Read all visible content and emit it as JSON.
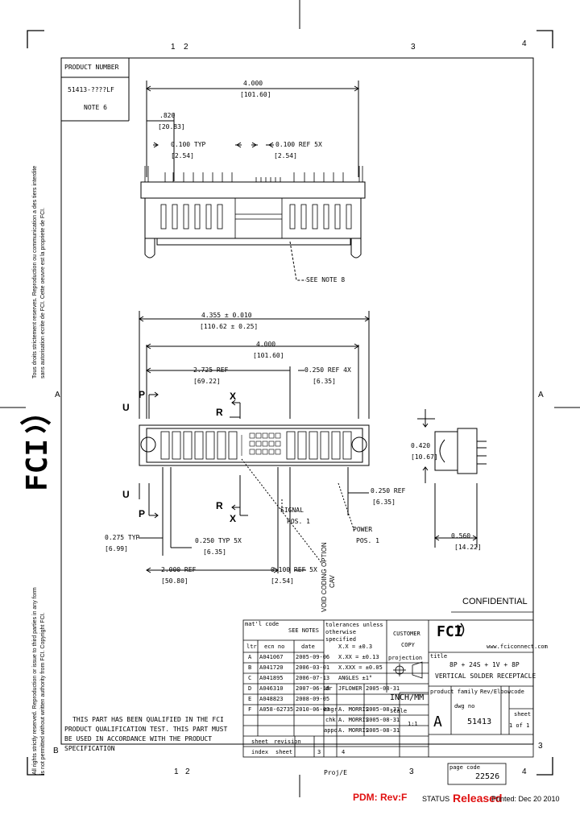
{
  "zones": {
    "top": [
      "1",
      "2",
      "3",
      "4"
    ],
    "bottom": [
      "1",
      "2",
      "3",
      "4"
    ],
    "side_left": "A",
    "side_right": "A",
    "side_left_b": "B",
    "side_right_3": "3"
  },
  "product_box": {
    "header": "PRODUCT NUMBER",
    "number": "51413-????LF",
    "note": "NOTE 6"
  },
  "side_text": {
    "left_top": "Tous droits strictement reserves. Reproduction ou communication a des tiers interdite",
    "left_top2": "sans autorisation ecrite de FCI. Cette oeuvre est la propriete de FCI.",
    "left_bottom": "All rights strictly reserved. Reproduction or issue to third parties in any form",
    "left_bottom2": "is not permitted without written authority from FCI. Copyright FCI.",
    "logo": "FCI"
  },
  "top_view": {
    "dim_overall": "4.000",
    "dim_overall_mm": "[101.60]",
    "dim_left": ".820",
    "dim_left_mm": "[20.83]",
    "dim_pitch": "0.100 TYP",
    "dim_pitch_mm": "[2.54]",
    "dim_ref": "0.100 REF 5X",
    "dim_ref_mm": "[2.54]",
    "see_note": "SEE NOTE 8"
  },
  "plan_view": {
    "dim_a": "4.355 ± 0.010",
    "dim_a_mm": "[110.62 ± 0.25]",
    "dim_b": "4.000",
    "dim_b_mm": "[101.60]",
    "dim_c": "2.725 REF",
    "dim_c_mm": "[69.22]",
    "dim_d": "0.250 REF 4X",
    "dim_d_mm": "[6.35]",
    "dim_e": "0.275 TYP",
    "dim_e_mm": "[6.99]",
    "dim_f": "0.250 TYP 5X",
    "dim_f_mm": "[6.35]",
    "dim_g": "2.000 REF",
    "dim_g_mm": "[50.80]",
    "dim_h": "0.100 REF 5X",
    "dim_h_mm": "[2.54]",
    "dim_i": "0.250 REF",
    "dim_i_mm": "[6.35]",
    "signal": "SIGNAL",
    "signal_pos": "POS. 1",
    "power": "POWER",
    "power_pos": "POS. 1",
    "void": "VOID CODING OPTION",
    "void2": "CAV",
    "labels": [
      "U",
      "P",
      "X",
      "R",
      "U",
      "P",
      "R",
      "X"
    ]
  },
  "side_view": {
    "dim_h": "0.420",
    "dim_h_mm": "[10.67]",
    "dim_w": "0.560",
    "dim_w_mm": "[14.22]"
  },
  "notes_text": [
    "THIS PART HAS BEEN QUALIFIED IN THE FCI",
    "PRODUCT QUALIFICATION TEST. THIS PART MUST",
    "BE USED IN ACCORDANCE WITH THE PRODUCT",
    "SPECIFICATION"
  ],
  "title_block": {
    "confidential": "CONFIDENTIAL",
    "website": "www.fciconnect.com",
    "title_label": "title",
    "title_line1": "8P + 24S + 1V + 8P",
    "title_line2": "VERTICAL SOLDER RECEPTACLE",
    "tolerance_label": "tolerances unless otherwise specified",
    "customer": "CUSTOMER",
    "copy": "COPY",
    "see_notes": "SEE NOTES",
    "mat_code": "mat'l code",
    "projection": "projection",
    "product_family": "product family",
    "rev_label": "Rev/Elbow",
    "code_label": "code",
    "sheet_label": "sheet",
    "sheet_val": "1 of 1",
    "dwg_label": "dwg no",
    "dwg_no": "51413",
    "size": "A",
    "scale_label": "scale",
    "scale_val": "1:1",
    "inch_mm": "INCH/MM",
    "page_code_label": "page code",
    "page_code": "22526",
    "proj": "Proj/E",
    "rev_cols": [
      "ltr",
      "ecn no",
      "date"
    ],
    "rev_rows": [
      [
        "A",
        "A041067",
        "2005-09-06"
      ],
      [
        "B",
        "A041720",
        "2006-03-01"
      ],
      [
        "C",
        "A041895",
        "2006-07-13"
      ],
      [
        "D",
        "A046310",
        "2007-06-18"
      ],
      [
        "E",
        "A048823",
        "2008-09-05"
      ],
      [
        "F",
        "A058-62735",
        "2010-06-03"
      ]
    ],
    "tol_rows": [
      "X.X = ±0.3",
      "X.XX = ±0.13",
      "X.XXX = ±0.05",
      "ANGLES ±1°"
    ],
    "sign_rows": [
      [
        "dr",
        "JFLOWER",
        "2005-08-31"
      ],
      [
        "engr",
        "A. MORRIS",
        "2005-08-31"
      ],
      [
        "chk",
        "A. MORRIS",
        "2005-08-31"
      ],
      [
        "appd",
        "A. MORRIS",
        "2005-08-31"
      ]
    ],
    "bottom_row": [
      "sheet",
      "revision",
      "index",
      "sheet",
      "3",
      "4"
    ]
  },
  "footer": {
    "pdm": "PDM: Rev:F",
    "status_label": "STATUS",
    "status_value": "Released",
    "printed": "Printed: Dec 20 2010"
  },
  "colors": {
    "red": "#e01010",
    "ink": "#000000"
  }
}
